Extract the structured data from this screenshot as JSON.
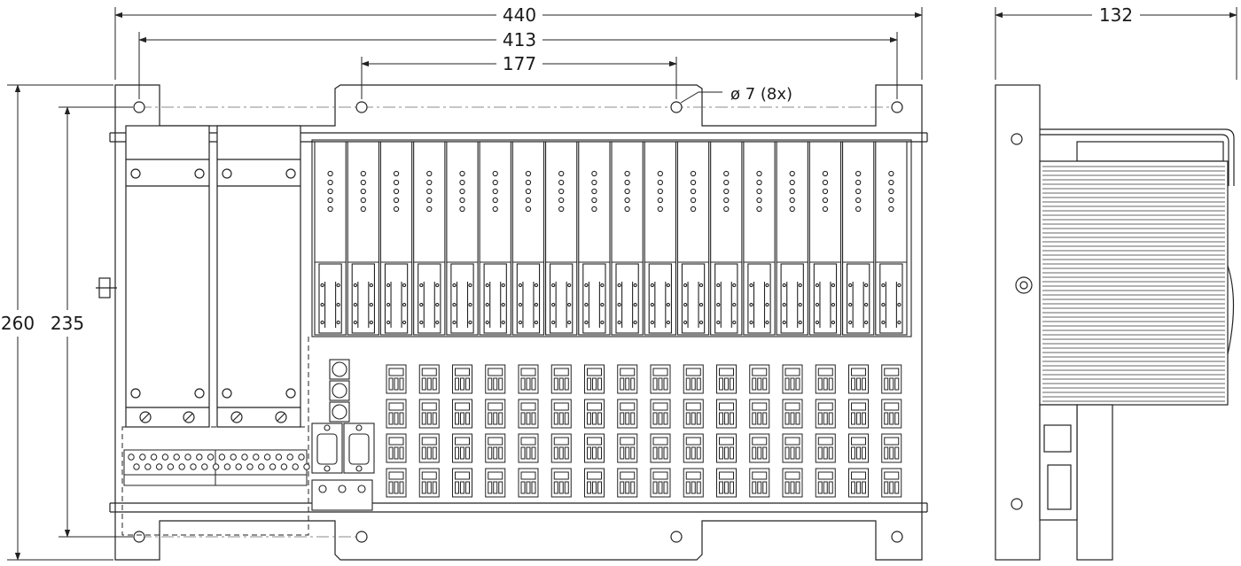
{
  "dimensions": {
    "overall_width": "440",
    "hole_spacing_width": "413",
    "inner_hole_spacing": "177",
    "overall_height": "260",
    "hole_spacing_height": "235",
    "depth": "132",
    "hole_note": "ø 7 (8x)"
  },
  "modules": {
    "relay_module_count": 18,
    "terminal_columns": 16,
    "terminal_rows": 4,
    "power_supply_count": 2,
    "dsub_connector_count": 2,
    "led_rows_per_module": 5
  },
  "colors": {
    "line": "#222222",
    "light_line": "#555555",
    "background": "#ffffff"
  }
}
